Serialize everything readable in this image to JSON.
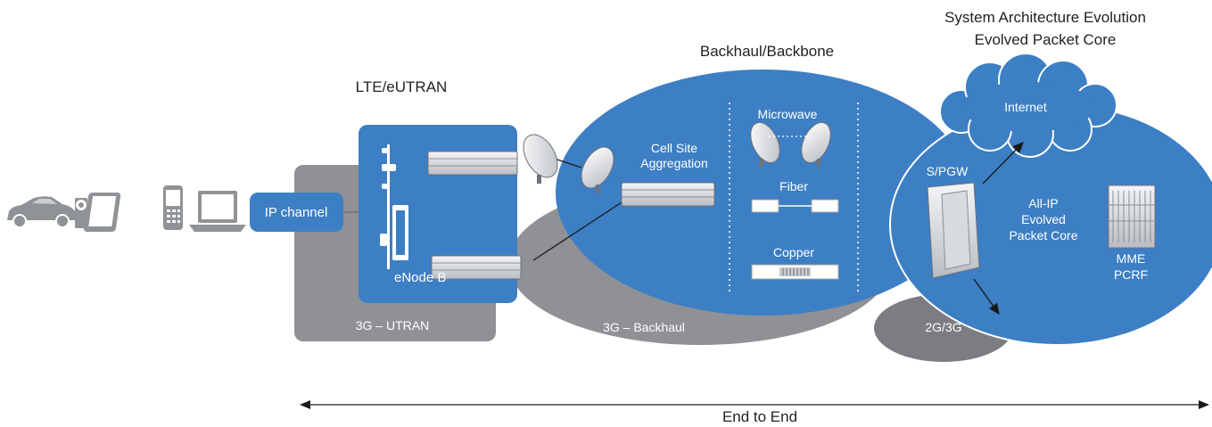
{
  "labels": {
    "lte": "LTE/eUTRAN",
    "backhaul_backbone": "Backhaul/Backbone",
    "sae_line1": "System Architecture Evolution",
    "sae_line2": "Evolved Packet Core",
    "ip_channel": "IP channel",
    "enodeb": "eNode B",
    "utran": "3G – UTRAN",
    "backhaul_3g": "3G – Backhaul",
    "cell_site_line1": "Cell Site",
    "cell_site_line2": "Aggregation",
    "microwave": "Microwave",
    "fiber": "Fiber",
    "copper": "Copper",
    "internet": "Internet",
    "spgw": "S/PGW",
    "allip_line1": "All-IP",
    "allip_line2": "Evolved",
    "allip_line3": "Packet Core",
    "mme": "MME",
    "pcrf": "PCRF",
    "twog3g": "2G/3G",
    "end_to_end": "End to End"
  },
  "devices": [
    "car-icon",
    "camcorder-icon",
    "tablet-icon",
    "smartphone-icon",
    "laptop-icon"
  ],
  "colors": {
    "blue": "#3d7fc4",
    "gray": "#8f9195",
    "dark_gray": "#7b7d81",
    "device_gray": "#909396"
  }
}
